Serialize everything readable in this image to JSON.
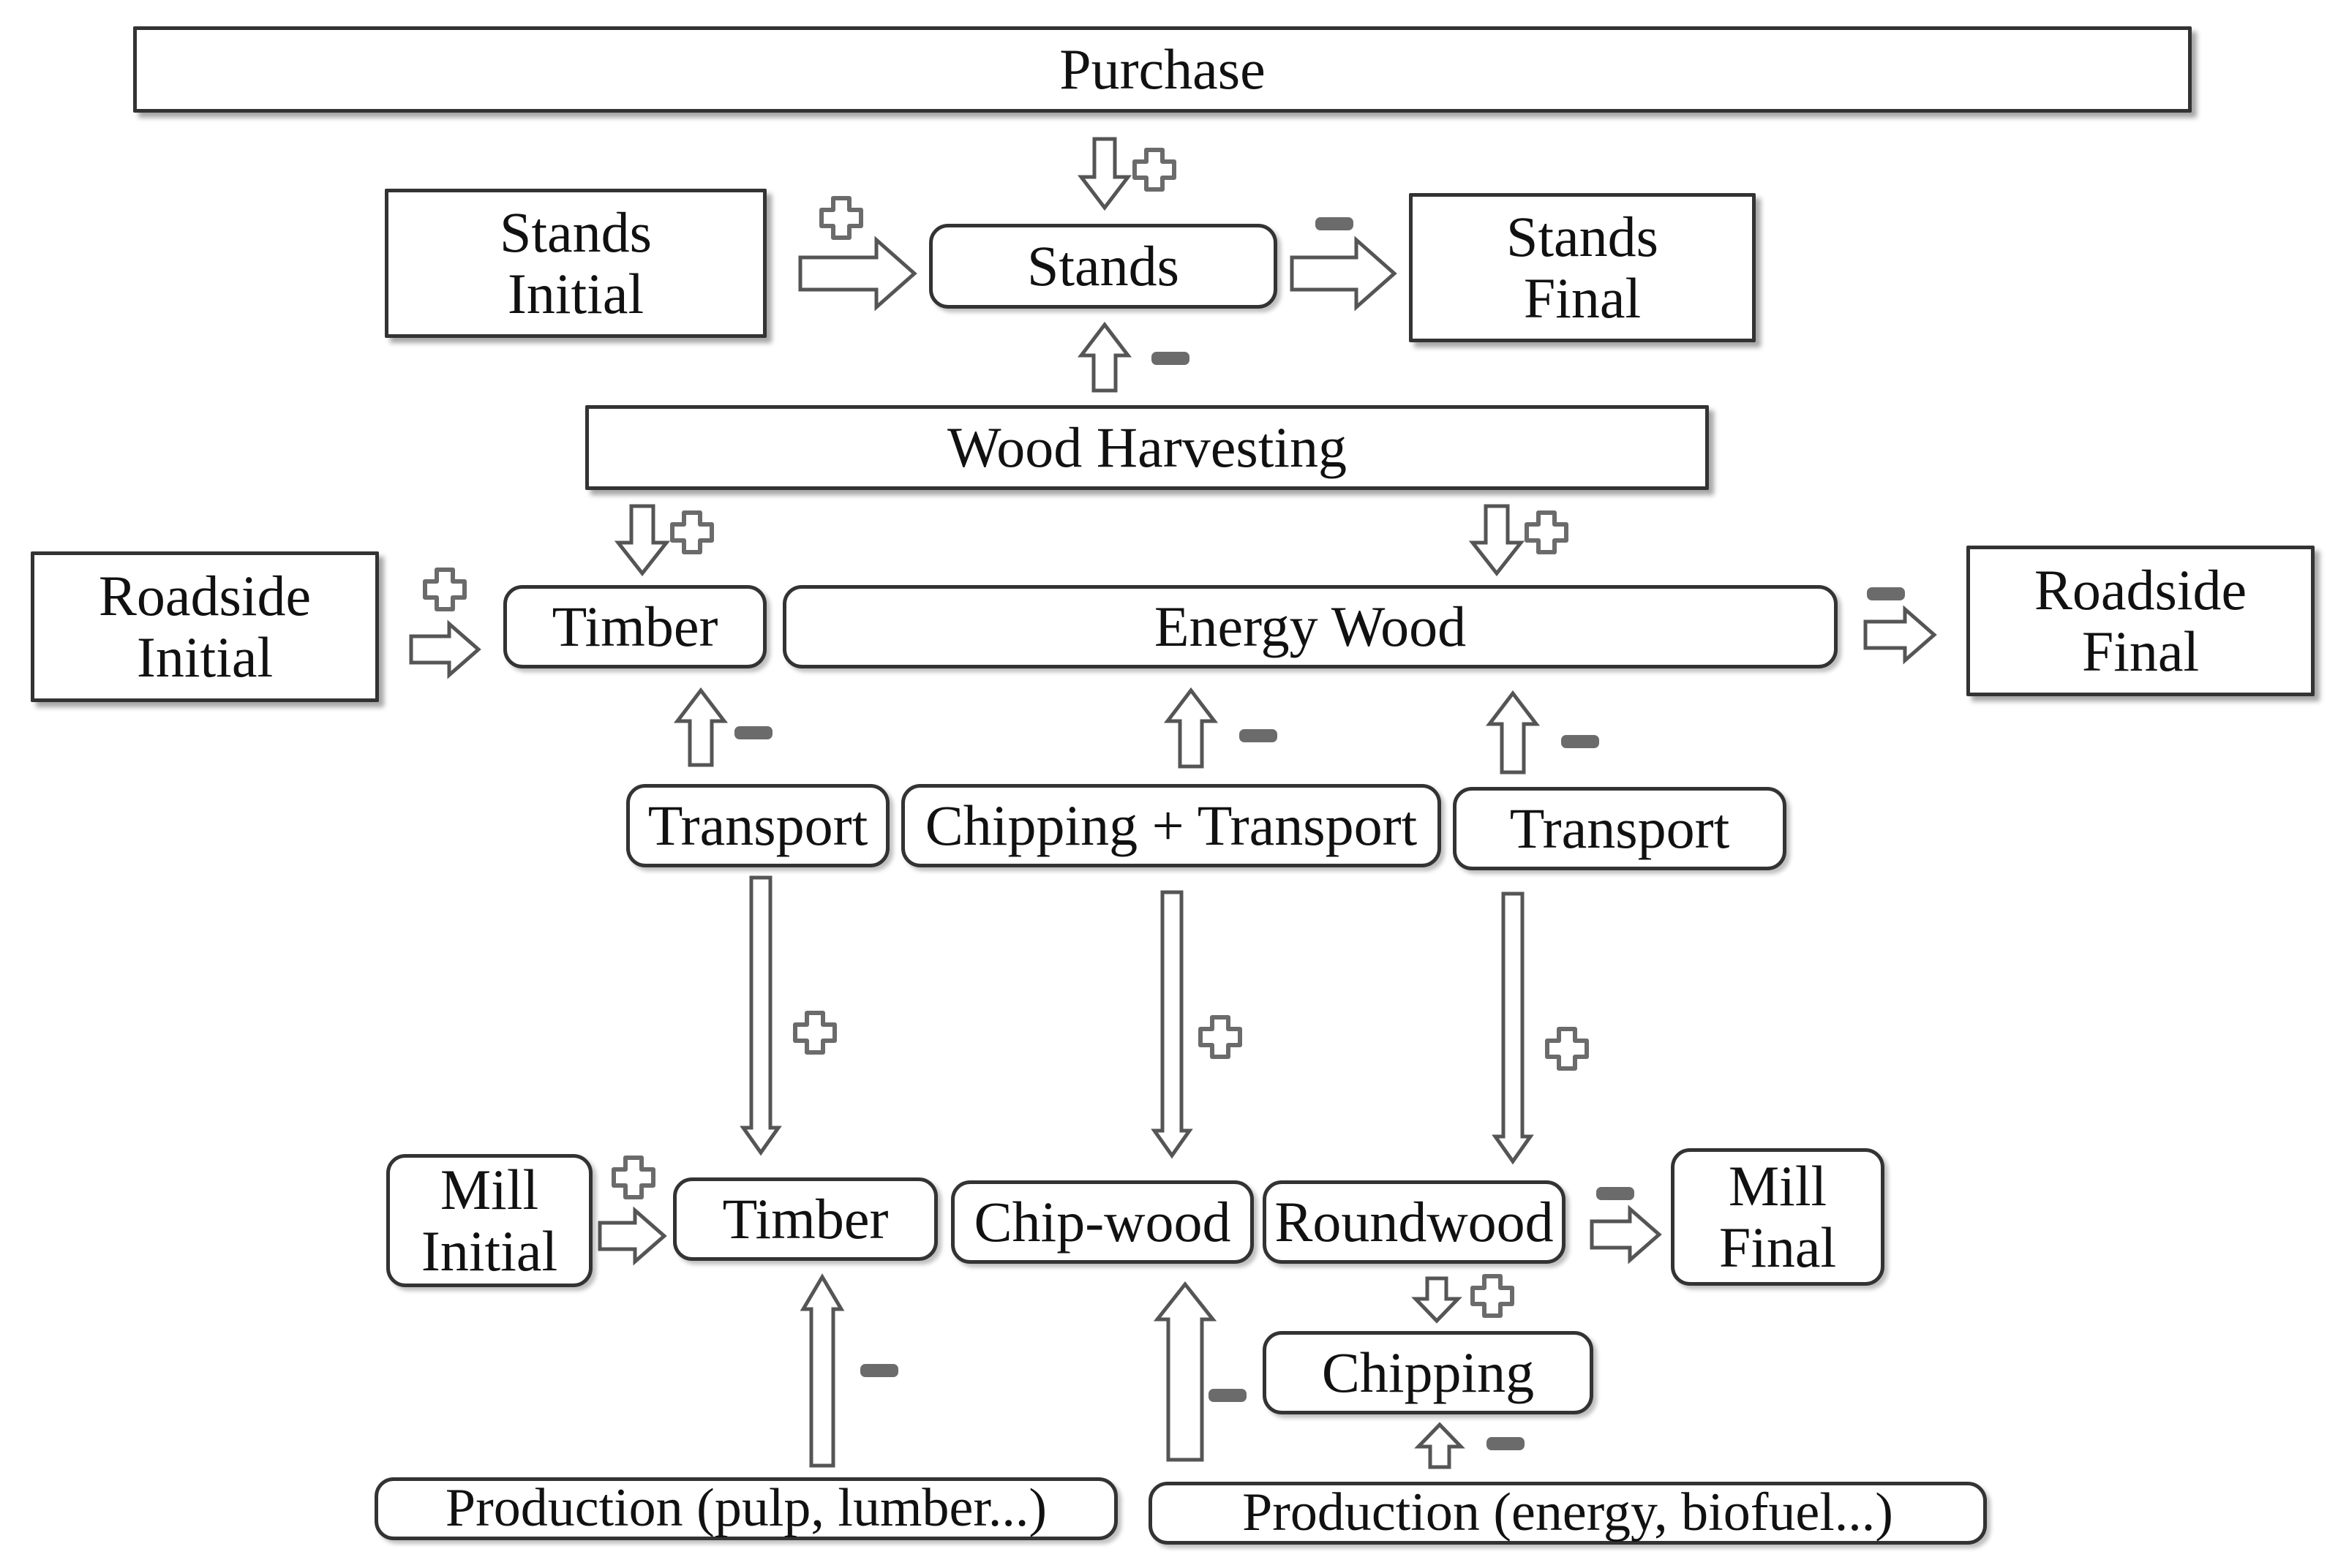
{
  "nodes": {
    "purchase": "Purchase",
    "stands_initial": [
      "Stands",
      "Initial"
    ],
    "stands": "Stands",
    "stands_final": [
      "Stands",
      "Final"
    ],
    "wood_harvesting": "Wood Harvesting",
    "roadside_initial": [
      "Roadside",
      "Initial"
    ],
    "roadside_timber": "Timber",
    "energy_wood": "Energy Wood",
    "roadside_final": [
      "Roadside",
      "Final"
    ],
    "transport_timber": "Transport",
    "chipping_transport": "Chipping + Transport",
    "transport_energy": "Transport",
    "mill_initial": [
      "Mill",
      "Initial"
    ],
    "mill_timber": "Timber",
    "chip_wood": "Chip-wood",
    "roundwood": "Roundwood",
    "mill_final": [
      "Mill",
      "Final"
    ],
    "chipping": "Chipping",
    "production_pulp": "Production (pulp, lumber...)",
    "production_energy": "Production (energy, biofuel...)"
  },
  "signs": {
    "plus": "+",
    "minus": "−"
  },
  "colors": {
    "border": "#333333",
    "arrow_outline": "#555555",
    "sign_fill": "#6b6b6b"
  }
}
